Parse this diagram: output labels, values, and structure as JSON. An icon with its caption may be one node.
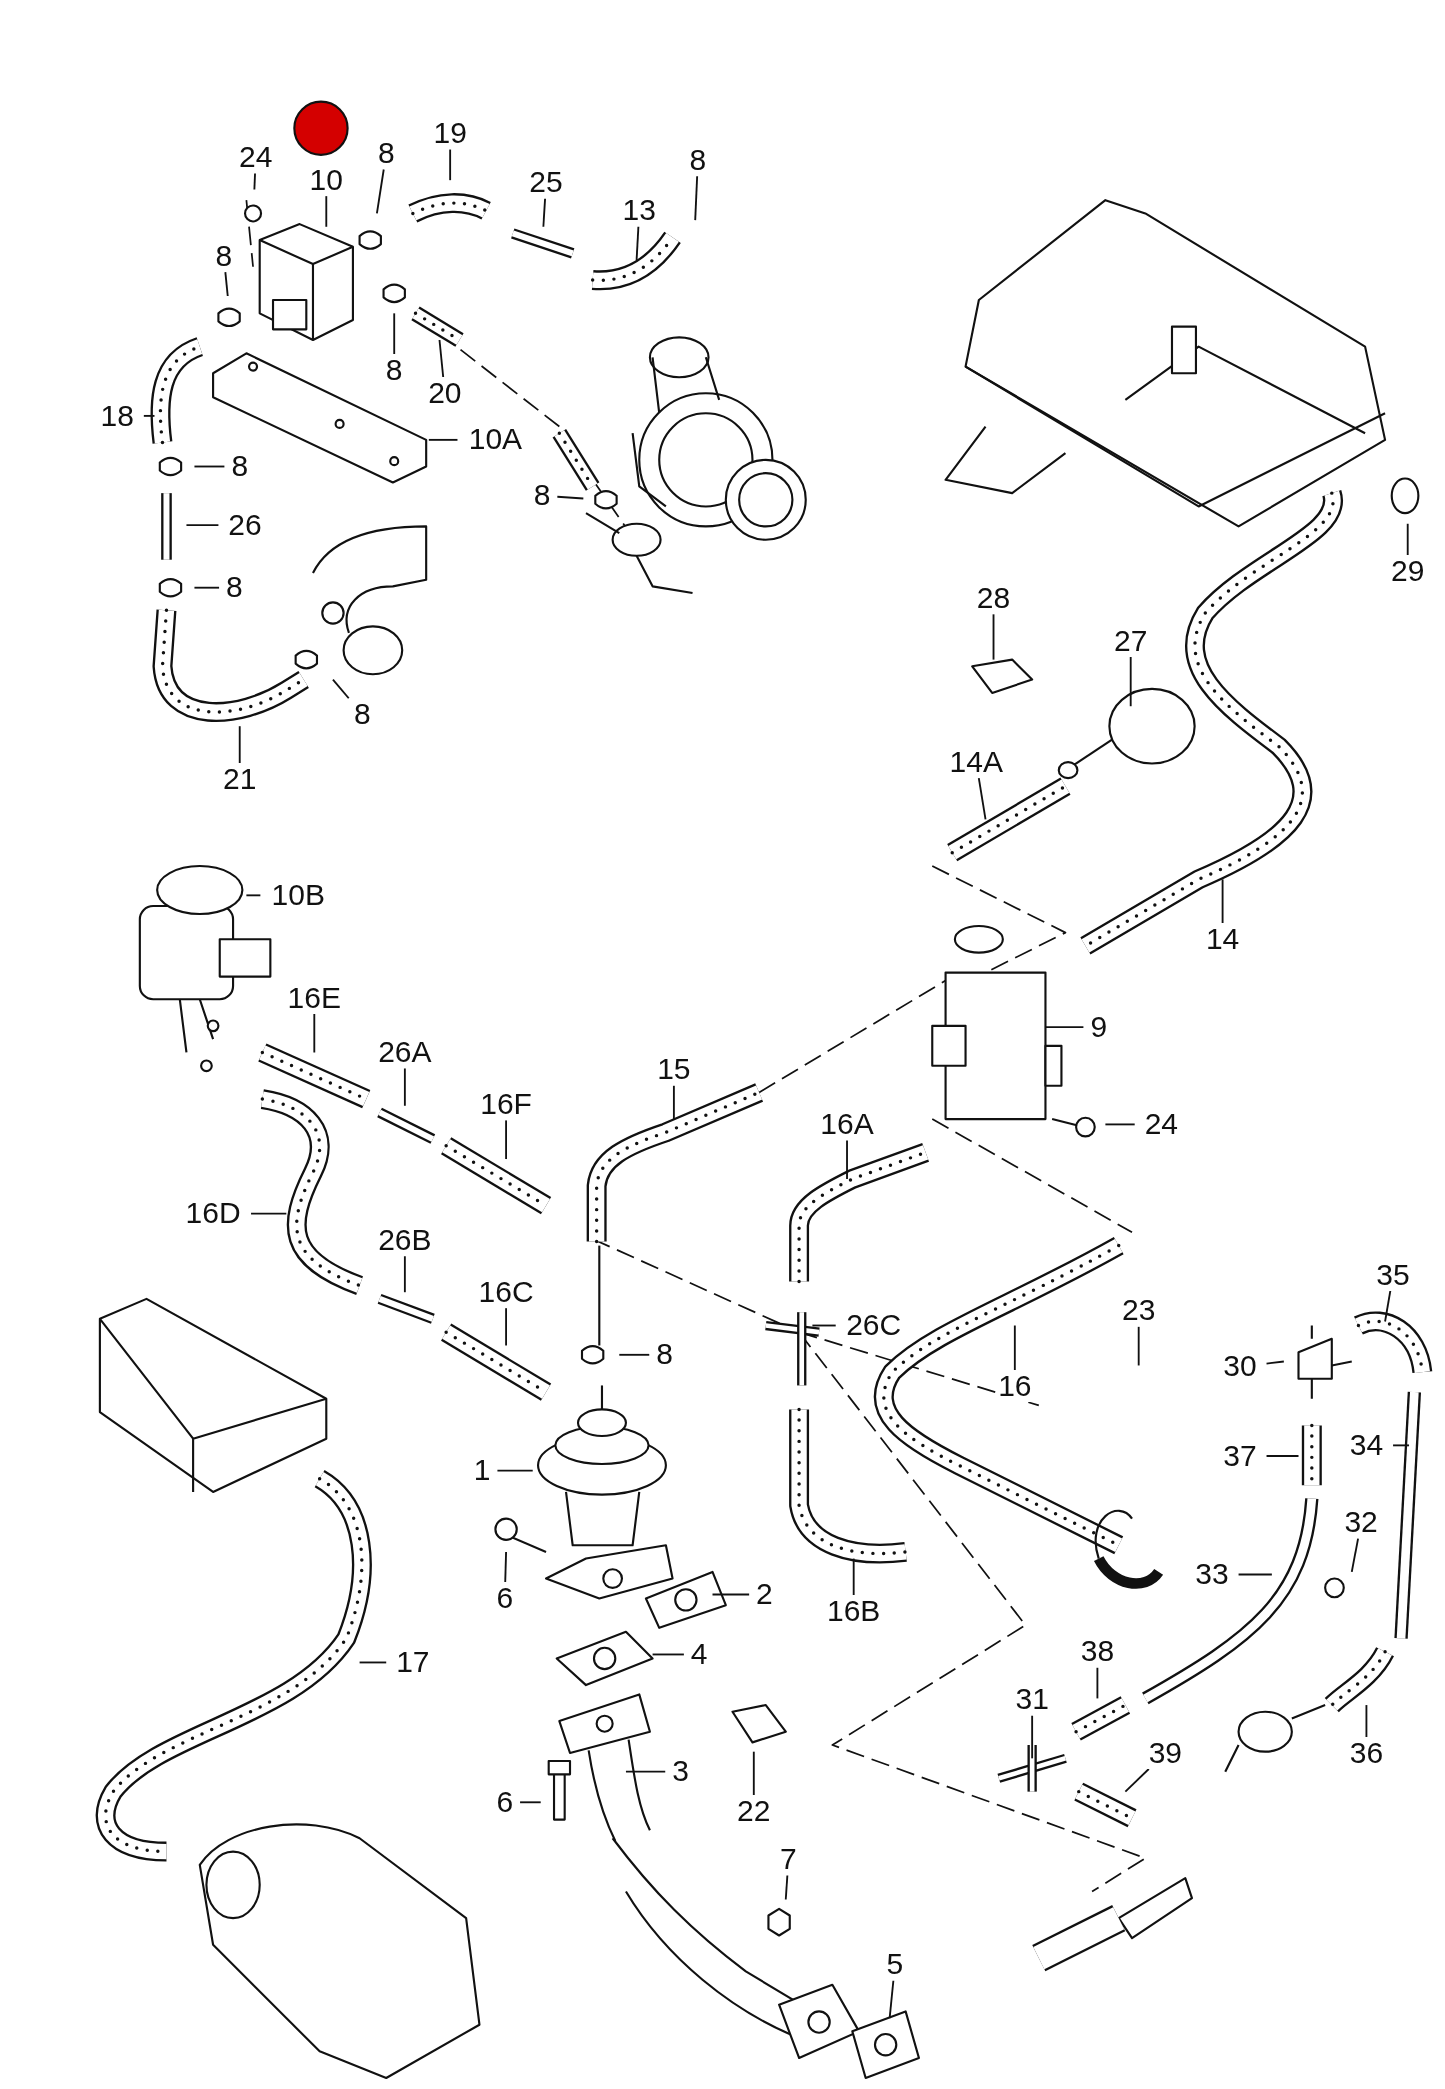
{
  "diagram": {
    "nodes": [
      {
        "text": [
          "24"
        ]
      },
      {
        "text": [
          "10"
        ]
      },
      {
        "text": [
          "8"
        ]
      },
      {
        "text": [
          "19"
        ]
      },
      {
        "text": [
          "25"
        ]
      },
      {
        "text": [
          "13"
        ]
      },
      {
        "text": [
          "8"
        ]
      },
      {
        "text": [
          "8"
        ]
      },
      {
        "text": [
          "8"
        ]
      },
      {
        "text": [
          "20"
        ]
      },
      {
        "text": [
          "18"
        ]
      },
      {
        "text": [
          "10A"
        ]
      },
      {
        "text": [
          "8"
        ]
      },
      {
        "text": [
          "8"
        ]
      },
      {
        "text": [
          "26"
        ]
      },
      {
        "text": [
          "8"
        ]
      },
      {
        "text": [
          "8"
        ]
      },
      {
        "text": [
          "21"
        ]
      },
      {
        "text": [
          "28"
        ]
      },
      {
        "text": [
          "27"
        ]
      },
      {
        "text": [
          "29"
        ]
      },
      {
        "text": [
          "14A"
        ]
      },
      {
        "text": [
          "14"
        ]
      },
      {
        "text": [
          "10B"
        ]
      },
      {
        "text": [
          "16E"
        ]
      },
      {
        "text": [
          "9"
        ]
      },
      {
        "text": [
          "26A"
        ]
      },
      {
        "text": [
          "15"
        ]
      },
      {
        "text": [
          "16F"
        ]
      },
      {
        "text": [
          "24"
        ]
      },
      {
        "text": [
          "16A"
        ]
      },
      {
        "text": [
          "16D"
        ]
      },
      {
        "text": [
          "26B"
        ]
      },
      {
        "text": [
          "23"
        ]
      },
      {
        "text": [
          "16C"
        ]
      },
      {
        "text": [
          "8"
        ]
      },
      {
        "text": [
          "26C"
        ]
      },
      {
        "text": [
          "16"
        ]
      },
      {
        "text": [
          "35"
        ]
      },
      {
        "text": [
          "30"
        ]
      },
      {
        "text": [
          "1"
        ]
      },
      {
        "text": [
          "37"
        ]
      },
      {
        "text": [
          "34"
        ]
      },
      {
        "text": [
          "32"
        ]
      },
      {
        "text": [
          "6"
        ]
      },
      {
        "text": [
          "2"
        ]
      },
      {
        "text": [
          "33"
        ]
      },
      {
        "text": [
          "16B"
        ]
      },
      {
        "text": [
          "17"
        ]
      },
      {
        "text": [
          "4"
        ]
      },
      {
        "text": [
          "38"
        ]
      },
      {
        "text": [
          "31"
        ]
      },
      {
        "text": [
          "3"
        ]
      },
      {
        "text": [
          "39"
        ]
      },
      {
        "text": [
          "36"
        ]
      },
      {
        "text": [
          "6"
        ]
      },
      {
        "text": [
          "22"
        ]
      },
      {
        "text": [
          "7"
        ]
      },
      {
        "text": [
          "5"
        ]
      }
    ],
    "edges": [
      {
        "from": 0,
        "to": null,
        "arrow": "none"
      },
      {
        "from": 1,
        "to": null,
        "arrow": "none"
      },
      {
        "from": 2,
        "to": null,
        "arrow": "none"
      },
      {
        "from": 3,
        "to": null,
        "arrow": "none"
      },
      {
        "from": 4,
        "to": null,
        "arrow": "none"
      },
      {
        "from": 5,
        "to": null,
        "arrow": "none"
      },
      {
        "from": 6,
        "to": null,
        "arrow": "none"
      },
      {
        "from": 7,
        "to": null,
        "arrow": "none"
      },
      {
        "from": 8,
        "to": null,
        "arrow": "none"
      },
      {
        "from": 9,
        "to": null,
        "arrow": "none"
      },
      {
        "from": 10,
        "to": null,
        "arrow": "none"
      },
      {
        "from": 11,
        "to": null,
        "arrow": "none"
      },
      {
        "from": 12,
        "to": null,
        "arrow": "none"
      },
      {
        "from": 13,
        "to": null,
        "arrow": "none"
      },
      {
        "from": 14,
        "to": null,
        "arrow": "none"
      },
      {
        "from": 15,
        "to": null,
        "arrow": "none"
      },
      {
        "from": 16,
        "to": null,
        "arrow": "none"
      },
      {
        "from": 17,
        "to": null,
        "arrow": "none"
      },
      {
        "from": 18,
        "to": null,
        "arrow": "none"
      },
      {
        "from": 19,
        "to": null,
        "arrow": "none"
      },
      {
        "from": 20,
        "to": null,
        "arrow": "none"
      },
      {
        "from": 21,
        "to": null,
        "arrow": "none"
      },
      {
        "from": 22,
        "to": null,
        "arrow": "none"
      },
      {
        "from": 23,
        "to": null,
        "arrow": "none"
      },
      {
        "from": 24,
        "to": null,
        "arrow": "none"
      },
      {
        "from": 25,
        "to": null,
        "arrow": "none"
      },
      {
        "from": 26,
        "to": null,
        "arrow": "none"
      },
      {
        "from": 27,
        "to": null,
        "arrow": "none"
      },
      {
        "from": 28,
        "to": null,
        "arrow": "none"
      },
      {
        "from": 29,
        "to": null,
        "arrow": "none"
      },
      {
        "from": 30,
        "to": null,
        "arrow": "none"
      },
      {
        "from": 31,
        "to": null,
        "arrow": "none"
      },
      {
        "from": 32,
        "to": null,
        "arrow": "none"
      },
      {
        "from": 33,
        "to": null,
        "arrow": "none"
      },
      {
        "from": 34,
        "to": null,
        "arrow": "none"
      },
      {
        "from": 35,
        "to": null,
        "arrow": "none"
      },
      {
        "from": 36,
        "to": null,
        "arrow": "none"
      },
      {
        "from": 37,
        "to": null,
        "arrow": "none"
      },
      {
        "from": 38,
        "to": null,
        "arrow": "none"
      },
      {
        "from": 39,
        "to": null,
        "arrow": "none"
      },
      {
        "from": 40,
        "to": null,
        "arrow": "none"
      },
      {
        "from": 41,
        "to": null,
        "arrow": "none"
      },
      {
        "from": 42,
        "to": null,
        "arrow": "none"
      },
      {
        "from": 43,
        "to": null,
        "arrow": "none"
      },
      {
        "from": 44,
        "to": null,
        "arrow": "none"
      },
      {
        "from": 45,
        "to": null,
        "arrow": "none"
      },
      {
        "from": 46,
        "to": null,
        "arrow": "none"
      },
      {
        "from": 47,
        "to": null,
        "arrow": "none"
      },
      {
        "from": 48,
        "to": null,
        "arrow": "none"
      },
      {
        "from": 49,
        "to": null,
        "arrow": "none"
      },
      {
        "from": 50,
        "to": null,
        "arrow": "none"
      },
      {
        "from": 51,
        "to": null,
        "arrow": "none"
      },
      {
        "from": 52,
        "to": null,
        "arrow": "none"
      },
      {
        "from": 53,
        "to": null,
        "arrow": "none"
      },
      {
        "from": 54,
        "to": null,
        "arrow": "none"
      },
      {
        "from": 55,
        "to": null,
        "arrow": "none"
      },
      {
        "from": 56,
        "to": null,
        "arrow": "none"
      },
      {
        "from": 57,
        "to": null,
        "arrow": "none"
      },
      {
        "from": 58,
        "to": null,
        "arrow": "none"
      }
    ]
  }
}
